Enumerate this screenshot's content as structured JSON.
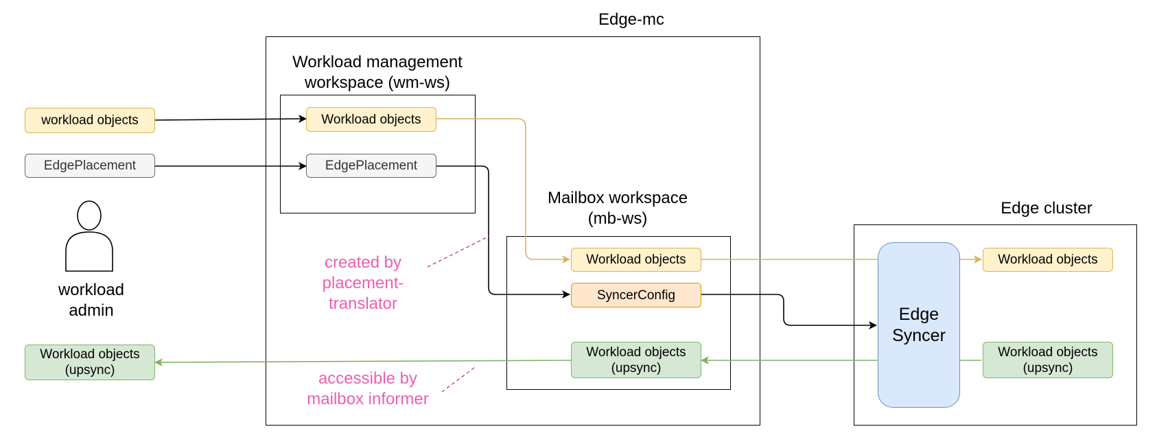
{
  "regions": {
    "edge_mc": "Edge-mc",
    "wm_ws": "Workload management\nworkspace (wm-ws)",
    "mb_ws": "Mailbox workspace\n(mb-ws)",
    "edge_cluster": "Edge cluster"
  },
  "left": {
    "workload_objects": "workload objects",
    "edge_placement": "EdgePlacement",
    "actor_label": "workload\nadmin",
    "upsync": "Workload objects\n(upsync)"
  },
  "wm": {
    "workload_objects": "Workload objects",
    "edge_placement": "EdgePlacement"
  },
  "mb": {
    "workload_objects": "Workload objects",
    "syncer_config": "SyncerConfig",
    "upsync": "Workload objects\n(upsync)"
  },
  "cluster": {
    "syncer": "Edge\nSyncer",
    "workload_objects": "Workload objects",
    "upsync": "Workload objects\n(upsync)"
  },
  "notes": {
    "created_by": "created by\nplacement-\ntranslator",
    "accessible_by": "accessible by\nmailbox informer"
  },
  "colors": {
    "yellow_line": "#d6b656",
    "green_line": "#82b366",
    "pink_text": "#ee5fae",
    "dashed_line": "#c0504d"
  }
}
